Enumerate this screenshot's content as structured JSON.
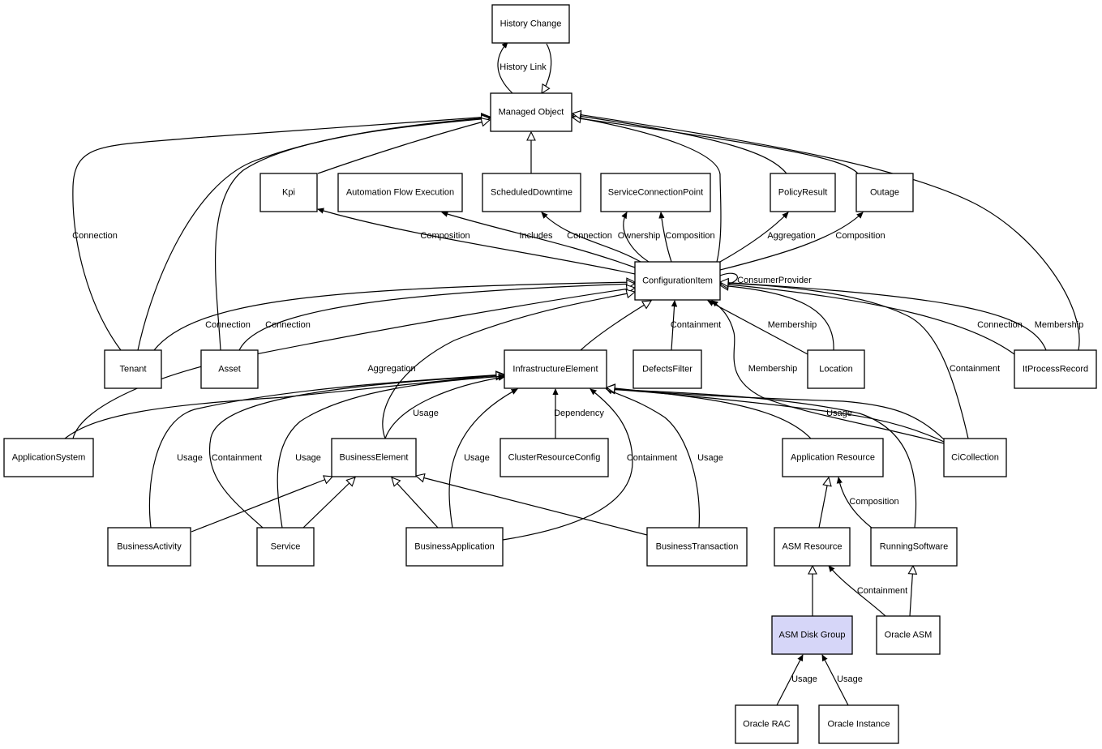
{
  "nodes": {
    "history_change": "History Change",
    "managed_object": "Managed Object",
    "kpi": "Kpi",
    "automation_flow_execution": "Automation Flow Execution",
    "scheduled_downtime": "ScheduledDowntime",
    "service_connection_point": "ServiceConnectionPoint",
    "policy_result": "PolicyResult",
    "outage": "Outage",
    "configuration_item": "ConfigurationItem",
    "tenant": "Tenant",
    "asset": "Asset",
    "infrastructure_element": "InfrastructureElement",
    "defects_filter": "DefectsFilter",
    "location": "Location",
    "it_process_record": "ItProcessRecord",
    "application_system": "ApplicationSystem",
    "business_element": "BusinessElement",
    "cluster_resource_config": "ClusterResourceConfig",
    "application_resource": "Application Resource",
    "ci_collection": "CiCollection",
    "business_activity": "BusinessActivity",
    "service": "Service",
    "business_application": "BusinessApplication",
    "business_transaction": "BusinessTransaction",
    "asm_resource": "ASM Resource",
    "running_software": "RunningSoftware",
    "asm_disk_group": "ASM Disk Group",
    "oracle_asm": "Oracle ASM",
    "oracle_rac": "Oracle RAC",
    "oracle_instance": "Oracle Instance"
  },
  "edge_labels": {
    "history_link": "History Link",
    "tenant_connection_mo": "Connection",
    "ci_kpi_composition": "Composition",
    "ci_afe_includes": "Includes",
    "ci_sd_connection": "Connection",
    "ci_scp_ownership": "Ownership",
    "ci_scp_composition": "Composition",
    "ci_pr_aggregation": "Aggregation",
    "ci_outage_composition": "Composition",
    "ci_self_consumer_provider": "ConsumerProvider",
    "tenant_ci_connection": "Connection",
    "asset_ci_connection": "Connection",
    "defects_ci_containment": "Containment",
    "location_ci_membership": "Membership",
    "cicoll_ci_membership": "Membership",
    "cicoll_ci_containment": "Containment",
    "itpr_ci_connection": "Connection",
    "itpr_ci_membership": "Membership",
    "appsys_ie_aggregation": "Aggregation",
    "ba_ie_usage": "Usage",
    "service_ie_containment": "Containment",
    "service_ie_usage": "Usage",
    "be_ie_usage": "Usage",
    "bapp_ie_usage": "Usage",
    "crc_ie_dependency": "Dependency",
    "bapp_ie_containment": "Containment",
    "bt_ie_usage": "Usage",
    "cicoll_ie_usage": "Usage",
    "rs_ar_composition": "Composition",
    "oasm_asmr_containment": "Containment",
    "rac_dg_usage": "Usage",
    "oi_dg_usage": "Usage"
  },
  "colors": {
    "highlight_node": "#d6d6f8",
    "stroke": "#000000",
    "background": "#ffffff"
  }
}
